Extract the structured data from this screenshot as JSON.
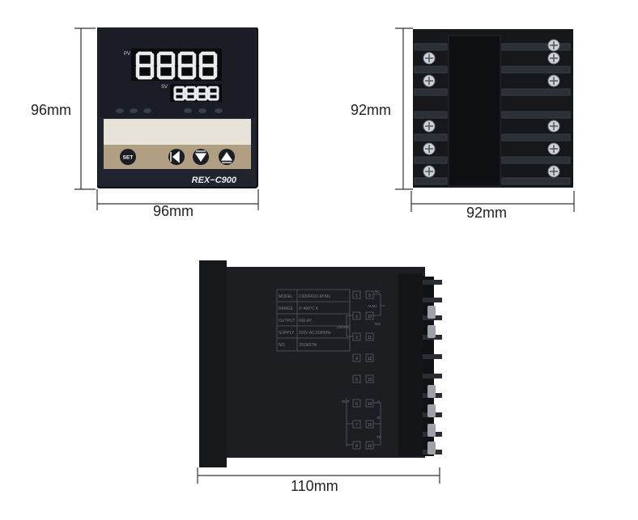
{
  "front_view": {
    "height_label": "96mm",
    "width_label": "96mm",
    "pv_label": "PV",
    "sv_label": "SV",
    "pv_display": "8.8.8.8",
    "sv_display": "8.8.8.8",
    "set_button": "SET",
    "model_name": "REX−C900"
  },
  "rear_view": {
    "height_label": "92mm",
    "width_label": "92mm"
  },
  "side_view": {
    "length_label": "110mm",
    "spec_table": [
      {
        "key": "MODEL",
        "value": "C900FK02-M*AN"
      },
      {
        "key": "RANGE",
        "value": "0~400°C    K"
      },
      {
        "key": "OUTPUT",
        "value": "RELAY"
      },
      {
        "key": "SUPPLY",
        "value": "220V AC,50/60Hz"
      },
      {
        "key": "NO.",
        "value": "2018/07M"
      }
    ],
    "terminals_left": [
      "1",
      "2",
      "3",
      "4",
      "5",
      "6",
      "7",
      "8"
    ],
    "terminals_right": [
      "9",
      "10",
      "11",
      "12",
      "13",
      "14",
      "15",
      "16"
    ],
    "labels": {
      "nc": "NC",
      "alm1": "ALM1",
      "no": "NO",
      "supply": "220VAC",
      "out": "OUT",
      "a": "A",
      "b": "B",
      "tc": "TC"
    }
  }
}
